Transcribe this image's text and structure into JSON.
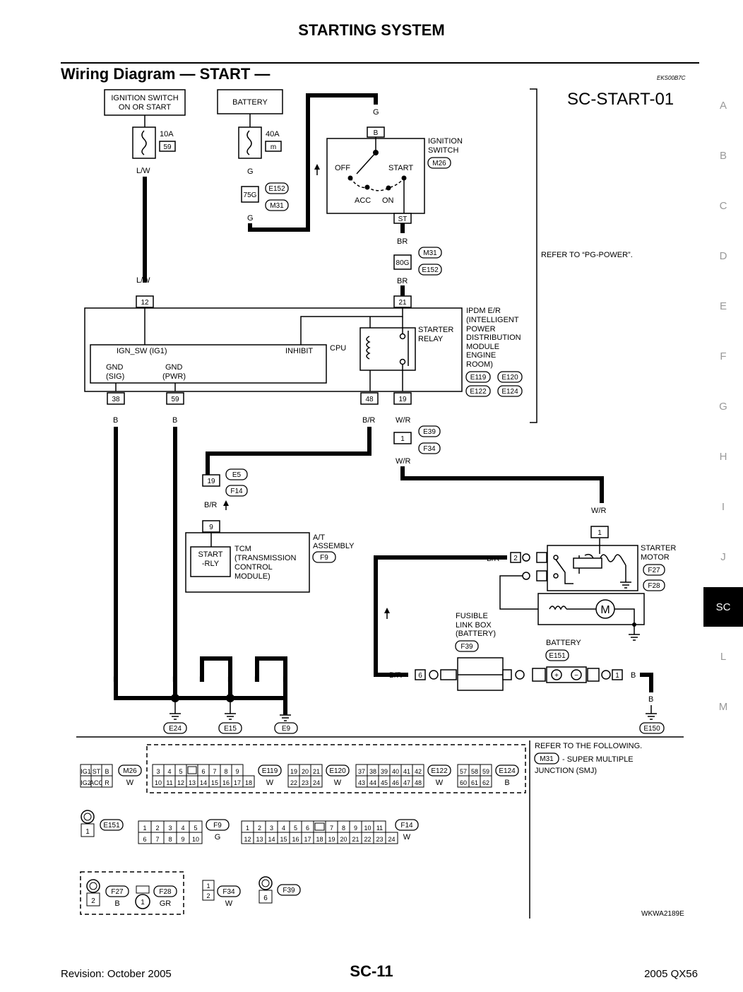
{
  "page": {
    "header": "STARTING SYSTEM",
    "section_title": "Wiring Diagram — START —",
    "ref_code": "EKS00B7C",
    "diagram_id": "SC-START-01",
    "image_code": "WKWA2189E"
  },
  "side_tabs": [
    "A",
    "B",
    "C",
    "D",
    "E",
    "F",
    "G",
    "H",
    "I",
    "J",
    "SC",
    "L",
    "M"
  ],
  "footer": {
    "revision": "Revision: October 2005",
    "page_number": "SC-11",
    "model": "2005 QX56"
  },
  "labels": {
    "ign_switch_box": [
      "IGNITION SWITCH",
      "ON OR START"
    ],
    "battery_box": "BATTERY",
    "fuse_10a": "10A",
    "fuse_59": "59",
    "fuse_40a": "40A",
    "fuse_m": "m",
    "wire_lw": "L/W",
    "wire_g": "G",
    "wire_br": "BR",
    "wire_b": "B",
    "wire_b_r": "B/R",
    "wire_w_r": "W/R",
    "conn_75g": "75G",
    "conn_80g": "80G",
    "conn_b": "B",
    "conn_st": "ST",
    "e152": "E152",
    "m31": "M31",
    "m26": "M26",
    "ignition_switch": [
      "IGNITION",
      "SWITCH"
    ],
    "sw_off": "OFF",
    "sw_start": "START",
    "sw_acc": "ACC",
    "sw_on": "ON",
    "refer_pg_power": "REFER TO “PG-POWER”.",
    "pin_12": "12",
    "pin_21": "21",
    "pin_38": "38",
    "pin_59": "59",
    "pin_48": "48",
    "pin_19": "19",
    "pin_1": "1",
    "pin_9": "9",
    "pin_2": "2",
    "pin_6": "6",
    "ipdm": [
      "IPDM E/R",
      "(INTELLIGENT",
      "POWER",
      "DISTRIBUTION",
      "MODULE",
      "ENGINE",
      "ROOM)"
    ],
    "e119": "E119",
    "e120": "E120",
    "e122": "E122",
    "e124": "E124",
    "starter_relay": [
      "STARTER",
      "RELAY"
    ],
    "cpu": "CPU",
    "ign_sw": "IGN_SW (IG1)",
    "inhibit": "INHIBIT",
    "gnd_sig": [
      "GND",
      "(SIG)"
    ],
    "gnd_pwr": [
      "GND",
      "(PWR)"
    ],
    "e39": "E39",
    "f34": "F34",
    "e5": "E5",
    "f14": "F14",
    "at_assembly": [
      "A/T",
      "ASSEMBLY"
    ],
    "f9": "F9",
    "start_rly": [
      "START",
      "-RLY"
    ],
    "tcm": [
      "TCM",
      "(TRANSMISSION",
      "CONTROL",
      "MODULE)"
    ],
    "starter_motor": [
      "STARTER",
      "MOTOR"
    ],
    "f27": "F27",
    "f28": "F28",
    "fusible_link": [
      "FUSIBLE",
      "LINK BOX",
      "(BATTERY)"
    ],
    "f39": "F39",
    "battery2": "BATTERY",
    "e151": "E151",
    "e24": "E24",
    "e15": "E15",
    "e9": "E9",
    "e150": "E150",
    "refer_following": "REFER TO THE FOLLOWING.",
    "smj_m31": "M31",
    "smj_text": [
      "- SUPER MULTIPLE",
      "JUNCTION (SMJ)"
    ]
  },
  "connector_table": {
    "m26": {
      "id": "M26",
      "color": "W",
      "row1": [
        "IG1",
        "ST",
        "B"
      ],
      "row2": [
        "IG2",
        "ACC",
        "R"
      ]
    },
    "e119": {
      "id": "E119",
      "color": "W",
      "row1": [
        "3",
        "4",
        "5",
        "",
        "6",
        "7",
        "8",
        "9"
      ],
      "row2": [
        "10",
        "11",
        "12",
        "13",
        "14",
        "15",
        "16",
        "17",
        "18"
      ]
    },
    "e120": {
      "id": "E120",
      "color": "W",
      "row1": [
        "19",
        "20",
        "21"
      ],
      "row2": [
        "22",
        "23",
        "24"
      ]
    },
    "e122": {
      "id": "E122",
      "color": "W",
      "row1": [
        "37",
        "38",
        "39",
        "40",
        "41",
        "42"
      ],
      "row2": [
        "43",
        "44",
        "45",
        "46",
        "47",
        "48"
      ]
    },
    "e124": {
      "id": "E124",
      "color": "B",
      "row1": [
        "57",
        "58",
        "59"
      ],
      "row2": [
        "60",
        "61",
        "62"
      ]
    },
    "e151": {
      "id": "E151",
      "pin": "1"
    },
    "f9": {
      "id": "F9",
      "color": "G",
      "row1": [
        "1",
        "2",
        "3",
        "4",
        "5"
      ],
      "row2": [
        "6",
        "7",
        "8",
        "9",
        "10"
      ]
    },
    "f14": {
      "id": "F14",
      "color": "W",
      "row1": [
        "1",
        "2",
        "3",
        "4",
        "5",
        "6",
        "",
        "7",
        "8",
        "9",
        "10",
        "11"
      ],
      "row2": [
        "12",
        "13",
        "14",
        "15",
        "16",
        "17",
        "18",
        "19",
        "20",
        "21",
        "22",
        "23",
        "24"
      ]
    },
    "f27": {
      "id": "F27",
      "color": "B",
      "pin": "2"
    },
    "f28": {
      "id": "F28",
      "color": "GR",
      "pin": "1"
    },
    "f34": {
      "id": "F34",
      "color": "W",
      "row1": [
        "1"
      ],
      "row2": [
        "2"
      ]
    },
    "f39": {
      "id": "F39",
      "pin": "6"
    }
  }
}
